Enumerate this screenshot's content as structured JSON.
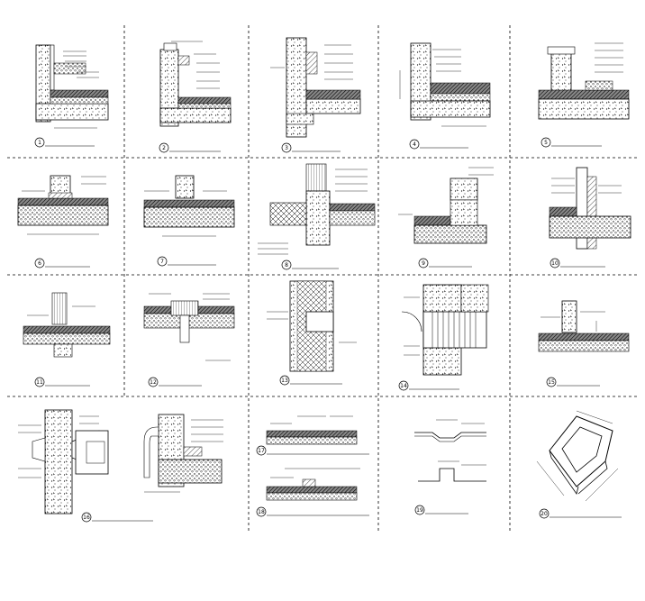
{
  "sheet": {
    "background": "#ffffff",
    "line_color": "#000000",
    "panels": [
      {
        "num": "1",
        "title": "",
        "scale": ""
      },
      {
        "num": "2",
        "title": "",
        "scale": ""
      },
      {
        "num": "3",
        "title": "",
        "scale": ""
      },
      {
        "num": "4",
        "title": "",
        "scale": ""
      },
      {
        "num": "5",
        "title": "",
        "scale": ""
      },
      {
        "num": "6",
        "title": "",
        "scale": ""
      },
      {
        "num": "7",
        "title": "",
        "scale": ""
      },
      {
        "num": "8",
        "title": "",
        "scale": ""
      },
      {
        "num": "9",
        "title": "",
        "scale": ""
      },
      {
        "num": "10",
        "title": "",
        "scale": ""
      },
      {
        "num": "11",
        "title": "",
        "scale": ""
      },
      {
        "num": "12",
        "title": "",
        "scale": ""
      },
      {
        "num": "13",
        "title": "",
        "scale": ""
      },
      {
        "num": "14",
        "title": "",
        "scale": ""
      },
      {
        "num": "15",
        "title": "",
        "scale": ""
      },
      {
        "num": "16",
        "title": "",
        "scale": ""
      },
      {
        "num": "17",
        "title": "",
        "scale": ""
      },
      {
        "num": "18",
        "title": "",
        "scale": ""
      },
      {
        "num": "19",
        "title": "",
        "scale": ""
      },
      {
        "num": "20",
        "title": "",
        "scale": ""
      }
    ]
  }
}
